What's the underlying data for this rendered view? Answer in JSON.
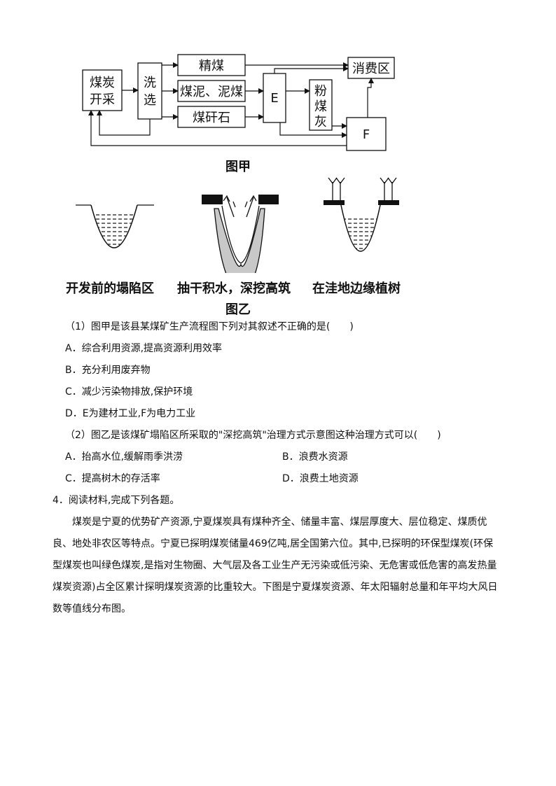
{
  "figure_a": {
    "boxes": {
      "coal_mining_line1": "煤炭",
      "coal_mining_line2": "开采",
      "washing_line1": "洗",
      "washing_line2": "选",
      "clean_coal": "精煤",
      "slime_coal": "煤泥、泥煤",
      "gangue": "煤矸石",
      "e": "E",
      "fly_ash_1": "粉",
      "fly_ash_2": "煤",
      "fly_ash_3": "灰",
      "consumption": "消费区",
      "f": "F"
    },
    "caption": "图甲"
  },
  "figure_b": {
    "labels": [
      "开发前的塌陷区",
      "抽干积水，深挖高筑",
      "在洼地边缘植树"
    ],
    "caption": "图乙"
  },
  "q1": {
    "stem": "（1）图甲是该县某煤矿生产流程图下列对其叙述不正确的是(　　)",
    "options": [
      "A．综合利用资源,提高资源利用效率",
      "B．充分利用废弃物",
      "C．减少污染物排放,保护环境",
      "D．E为建材工业,F为电力工业"
    ]
  },
  "q2": {
    "stem": "（2）图乙是该煤矿塌陷区所采取的\"深挖高筑\"治理方式示意图这种治理方式可以(　　)",
    "options": [
      "A．抬高水位,缓解雨季洪涝",
      "B．浪费水资源",
      "C．提高树木的存活率",
      "D．浪费土地资源"
    ]
  },
  "q4": {
    "stem": "4．阅读材料,完成下列各题。",
    "paragraph": "煤炭是宁夏的优势矿产资源,宁夏煤炭具有煤种齐全、储量丰富、煤层厚度大、层位稳定、煤质优良、地处非农区等特点。宁夏已探明煤炭储量469亿吨,居全国第六位。其中,已探明的环保型煤炭(环保型煤炭也叫绿色煤炭,是指对生物圈、大气层及各工业生产无污染或低污染、无危害或低危害的高发热量煤炭资源)占全区累计探明煤炭资源的比重较大。下图是宁夏煤炭资源、年太阳辐射总量和年平均大风日数等值线分布图。"
  }
}
